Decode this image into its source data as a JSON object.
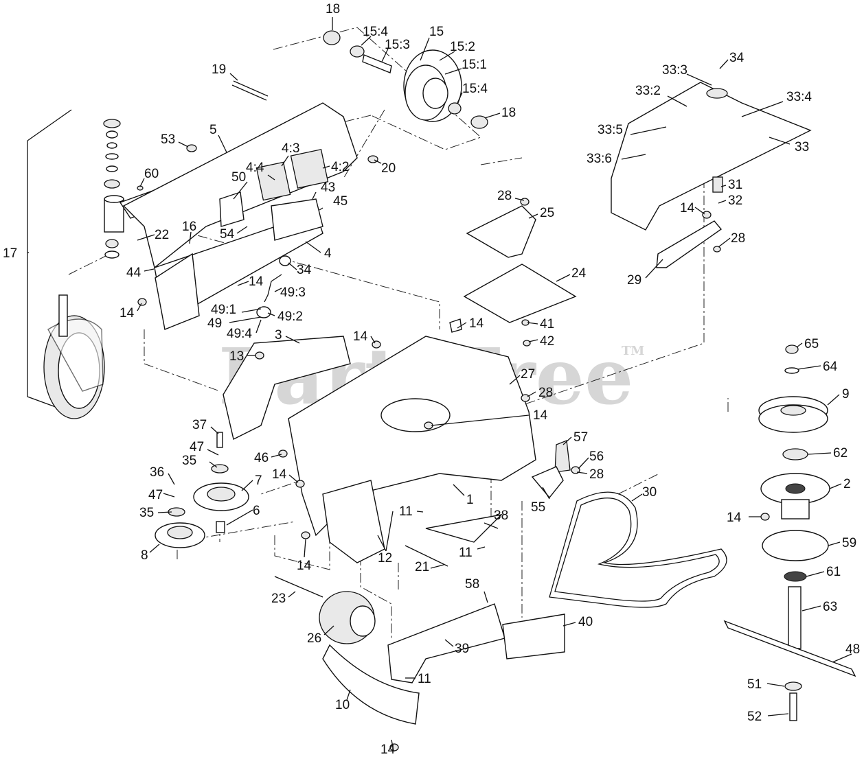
{
  "watermark": {
    "text": "PartsTree",
    "tm": "TM"
  },
  "callouts": [
    {
      "id": "c18a",
      "text": "18"
    },
    {
      "id": "c15_4a",
      "text": "15:4"
    },
    {
      "id": "c15",
      "text": "15"
    },
    {
      "id": "c15_3",
      "text": "15:3"
    },
    {
      "id": "c15_2",
      "text": "15:2"
    },
    {
      "id": "c15_1",
      "text": "15:1"
    },
    {
      "id": "c15_4b",
      "text": "15:4"
    },
    {
      "id": "c18b",
      "text": "18"
    },
    {
      "id": "c19",
      "text": "19"
    },
    {
      "id": "c53",
      "text": "53"
    },
    {
      "id": "c5",
      "text": "5"
    },
    {
      "id": "c60",
      "text": "60"
    },
    {
      "id": "c20",
      "text": "20"
    },
    {
      "id": "c4_3",
      "text": "4:3"
    },
    {
      "id": "c4_4",
      "text": "4:4"
    },
    {
      "id": "c4_2",
      "text": "4:2"
    },
    {
      "id": "c50",
      "text": "50"
    },
    {
      "id": "c43",
      "text": "43"
    },
    {
      "id": "c45",
      "text": "45"
    },
    {
      "id": "c54",
      "text": "54"
    },
    {
      "id": "c16",
      "text": "16"
    },
    {
      "id": "c22",
      "text": "22"
    },
    {
      "id": "c17",
      "text": "17"
    },
    {
      "id": "c4",
      "text": "4"
    },
    {
      "id": "c34a",
      "text": "34"
    },
    {
      "id": "c44",
      "text": "44"
    },
    {
      "id": "c14a",
      "text": "14"
    },
    {
      "id": "c49_3",
      "text": "49:3"
    },
    {
      "id": "c14b",
      "text": "14"
    },
    {
      "id": "c49_1",
      "text": "49:1"
    },
    {
      "id": "c49",
      "text": "49"
    },
    {
      "id": "c49_2",
      "text": "49:2"
    },
    {
      "id": "c49_4",
      "text": "49:4"
    },
    {
      "id": "c3",
      "text": "3"
    },
    {
      "id": "c13",
      "text": "13"
    },
    {
      "id": "c14c",
      "text": "14"
    },
    {
      "id": "c14d",
      "text": "14"
    },
    {
      "id": "c33_3",
      "text": "33:3"
    },
    {
      "id": "c34b",
      "text": "34"
    },
    {
      "id": "c33_2",
      "text": "33:2"
    },
    {
      "id": "c33_4",
      "text": "33:4"
    },
    {
      "id": "c33_5",
      "text": "33:5"
    },
    {
      "id": "c33",
      "text": "33"
    },
    {
      "id": "c33_6",
      "text": "33:6"
    },
    {
      "id": "c31",
      "text": "31"
    },
    {
      "id": "c32",
      "text": "32"
    },
    {
      "id": "c14e",
      "text": "14"
    },
    {
      "id": "c28a",
      "text": "28"
    },
    {
      "id": "c29",
      "text": "29"
    },
    {
      "id": "c28b",
      "text": "28"
    },
    {
      "id": "c25",
      "text": "25"
    },
    {
      "id": "c24",
      "text": "24"
    },
    {
      "id": "c41",
      "text": "41"
    },
    {
      "id": "c42",
      "text": "42"
    },
    {
      "id": "c27",
      "text": "27"
    },
    {
      "id": "c28c",
      "text": "28"
    },
    {
      "id": "c14f",
      "text": "14"
    },
    {
      "id": "c65",
      "text": "65"
    },
    {
      "id": "c64",
      "text": "64"
    },
    {
      "id": "c9",
      "text": "9"
    },
    {
      "id": "c62",
      "text": "62"
    },
    {
      "id": "c2",
      "text": "2"
    },
    {
      "id": "c14g",
      "text": "14"
    },
    {
      "id": "c59",
      "text": "59"
    },
    {
      "id": "c61",
      "text": "61"
    },
    {
      "id": "c63",
      "text": "63"
    },
    {
      "id": "c48",
      "text": "48"
    },
    {
      "id": "c51",
      "text": "51"
    },
    {
      "id": "c52",
      "text": "52"
    },
    {
      "id": "c57",
      "text": "57"
    },
    {
      "id": "c56",
      "text": "56"
    },
    {
      "id": "c28d",
      "text": "28"
    },
    {
      "id": "c55",
      "text": "55"
    },
    {
      "id": "c30",
      "text": "30"
    },
    {
      "id": "c1",
      "text": "1"
    },
    {
      "id": "c11a",
      "text": "11"
    },
    {
      "id": "c38",
      "text": "38"
    },
    {
      "id": "c11b",
      "text": "11"
    },
    {
      "id": "c21",
      "text": "21"
    },
    {
      "id": "c12",
      "text": "12"
    },
    {
      "id": "c37",
      "text": "37"
    },
    {
      "id": "c47a",
      "text": "47"
    },
    {
      "id": "c35a",
      "text": "35"
    },
    {
      "id": "c46",
      "text": "46"
    },
    {
      "id": "c36",
      "text": "36"
    },
    {
      "id": "c7",
      "text": "7"
    },
    {
      "id": "c14h",
      "text": "14"
    },
    {
      "id": "c47b",
      "text": "47"
    },
    {
      "id": "c6",
      "text": "6"
    },
    {
      "id": "c35b",
      "text": "35"
    },
    {
      "id": "c8",
      "text": "8"
    },
    {
      "id": "c14i",
      "text": "14"
    },
    {
      "id": "c23",
      "text": "23"
    },
    {
      "id": "c26",
      "text": "26"
    },
    {
      "id": "c58",
      "text": "58"
    },
    {
      "id": "c40",
      "text": "40"
    },
    {
      "id": "c39",
      "text": "39"
    },
    {
      "id": "c11c",
      "text": "11"
    },
    {
      "id": "c10",
      "text": "10"
    },
    {
      "id": "c14j",
      "text": "14"
    }
  ]
}
